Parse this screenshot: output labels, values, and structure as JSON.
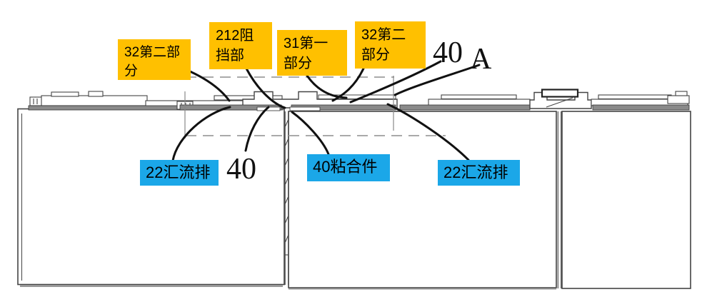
{
  "figure": {
    "description": "Patent-style cross-section of battery cells joined by busbars, with a dashed detail box A",
    "cells_count": 3
  },
  "colors": {
    "orange": "#FFC000",
    "blue": "#1BA7E8",
    "ink": "#111111",
    "busbar_gray": "#8a8a8a",
    "dash_gray": "#aaaaaa"
  },
  "labels": {
    "orange": [
      {
        "id": "part-32-left",
        "text": "32第二部分"
      },
      {
        "id": "part-212",
        "text": "212阻挡部"
      },
      {
        "id": "part-31",
        "text": "31第一部分"
      },
      {
        "id": "part-32-right",
        "text": "32第二部分"
      }
    ],
    "blue": [
      {
        "id": "busbar-left",
        "text": "22汇流排"
      },
      {
        "id": "adhesive-40",
        "text": "40粘合件"
      },
      {
        "id": "busbar-right",
        "text": "22汇流排"
      }
    ],
    "figure_refs": [
      {
        "id": "ref-40-top",
        "text": "40"
      },
      {
        "id": "ref-A",
        "text": "A"
      },
      {
        "id": "ref-40-mid",
        "text": "40"
      }
    ]
  }
}
